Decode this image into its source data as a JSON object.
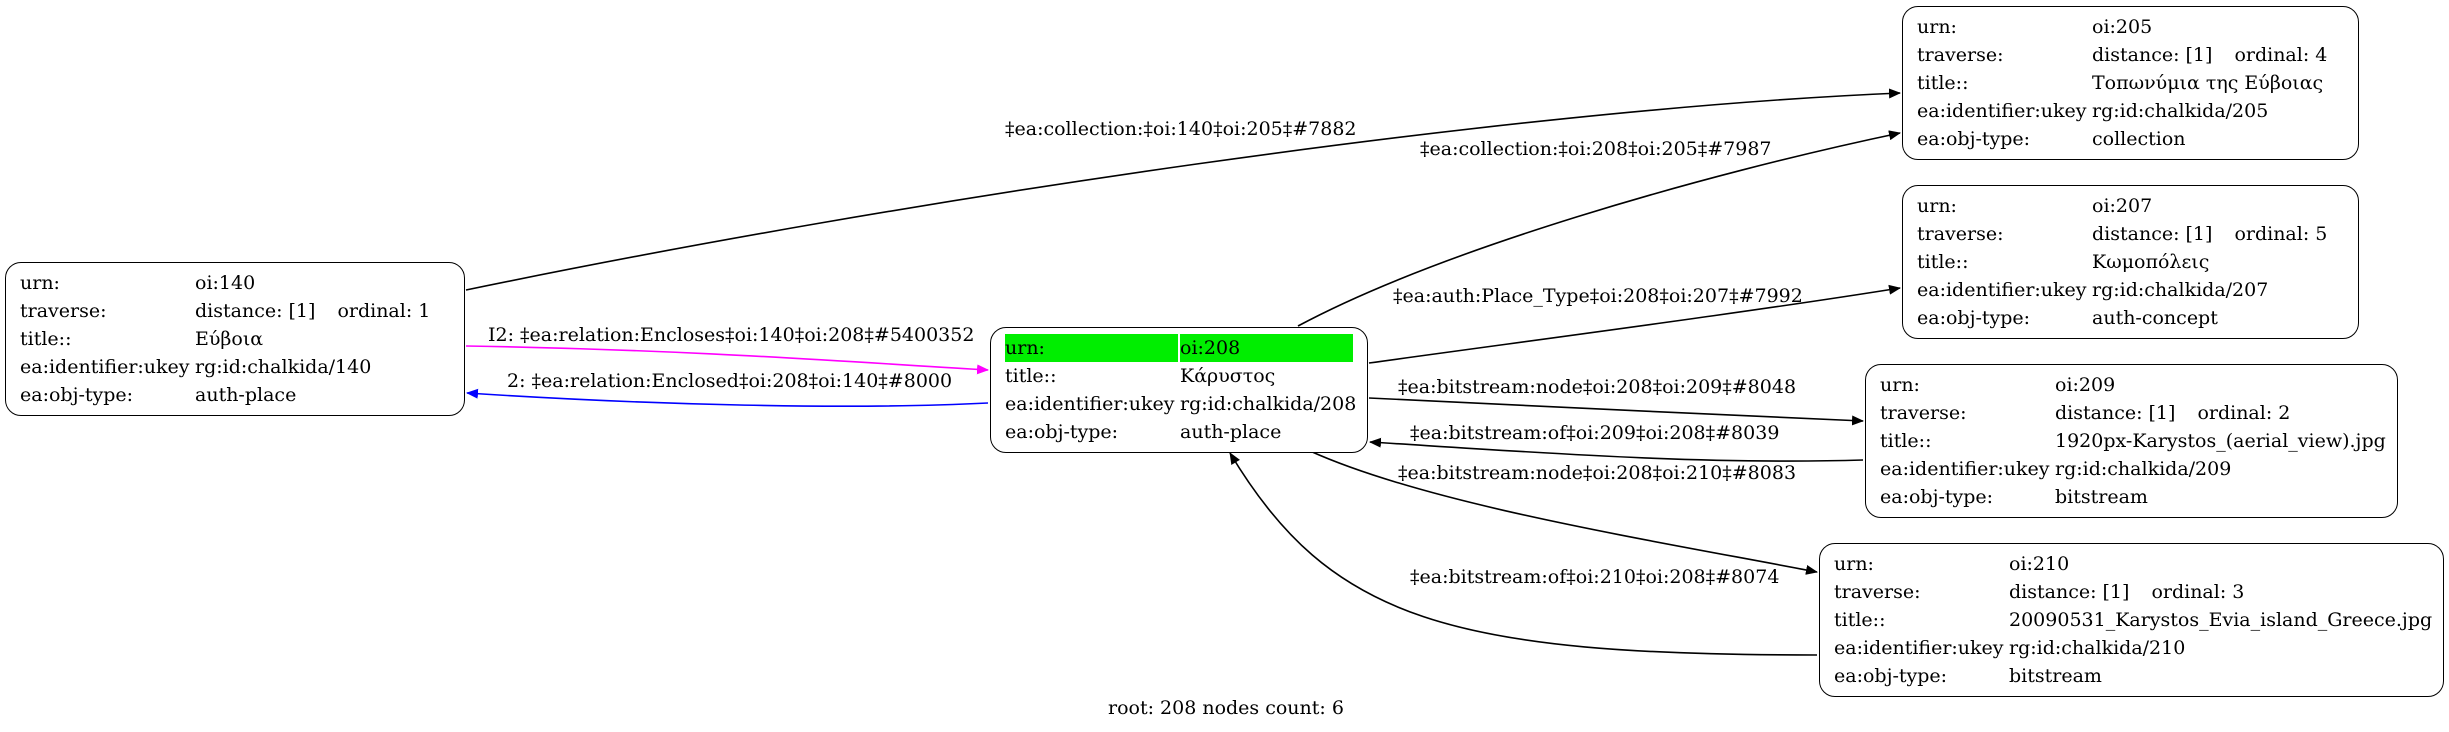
{
  "footer": "root: 208 nodes count: 6",
  "colors": {
    "edge_default": "#000000",
    "edge_encloses": "#ff00ff",
    "edge_enclosed": "#0000ff",
    "root_highlight": "#00ee00"
  },
  "nodes": [
    {
      "id": "oi140",
      "rows": [
        {
          "key": "urn:",
          "value": "oi:140"
        },
        {
          "key": "traverse:",
          "value": "distance: [1]",
          "value2": "ordinal: 1"
        },
        {
          "key": "title::",
          "value": "Εύβοια"
        },
        {
          "key": "ea:identifier:ukey",
          "value": "rg:id:chalkida/140"
        },
        {
          "key": "ea:obj-type:",
          "value": "auth-place"
        }
      ]
    },
    {
      "id": "oi208",
      "root": true,
      "rows": [
        {
          "key": "urn:",
          "value": "oi:208"
        },
        {
          "key": "title::",
          "value": "Κάρυστος"
        },
        {
          "key": "ea:identifier:ukey",
          "value": "rg:id:chalkida/208"
        },
        {
          "key": "ea:obj-type:",
          "value": "auth-place"
        }
      ]
    },
    {
      "id": "oi205",
      "rows": [
        {
          "key": "urn:",
          "value": "oi:205"
        },
        {
          "key": "traverse:",
          "value": "distance: [1]",
          "value2": "ordinal: 4"
        },
        {
          "key": "title::",
          "value": "Τοπωνύμια της Εύβοιας"
        },
        {
          "key": "ea:identifier:ukey",
          "value": "rg:id:chalkida/205"
        },
        {
          "key": "ea:obj-type:",
          "value": "collection"
        }
      ]
    },
    {
      "id": "oi207",
      "rows": [
        {
          "key": "urn:",
          "value": "oi:207"
        },
        {
          "key": "traverse:",
          "value": "distance: [1]",
          "value2": "ordinal: 5"
        },
        {
          "key": "title::",
          "value": "Κωμοπόλεις"
        },
        {
          "key": "ea:identifier:ukey",
          "value": "rg:id:chalkida/207"
        },
        {
          "key": "ea:obj-type:",
          "value": "auth-concept"
        }
      ]
    },
    {
      "id": "oi209",
      "rows": [
        {
          "key": "urn:",
          "value": "oi:209"
        },
        {
          "key": "traverse:",
          "value": "distance: [1]",
          "value2": "ordinal: 2"
        },
        {
          "key": "title::",
          "value": "1920px-Karystos_(aerial_view).jpg"
        },
        {
          "key": "ea:identifier:ukey",
          "value": "rg:id:chalkida/209"
        },
        {
          "key": "ea:obj-type:",
          "value": "bitstream"
        }
      ]
    },
    {
      "id": "oi210",
      "rows": [
        {
          "key": "urn:",
          "value": "oi:210"
        },
        {
          "key": "traverse:",
          "value": "distance: [1]",
          "value2": "ordinal: 3"
        },
        {
          "key": "title::",
          "value": "20090531_Karystos_Evia_island_Greece.jpg"
        },
        {
          "key": "ea:identifier:ukey",
          "value": "rg:id:chalkida/210"
        },
        {
          "key": "ea:obj-type:",
          "value": "bitstream"
        }
      ]
    }
  ],
  "edges": [
    {
      "id": "e1",
      "from": "oi140",
      "to": "oi205",
      "label": "‡ea:collection:‡oi:140‡oi:205‡#7882",
      "color": "edge_default"
    },
    {
      "id": "e2",
      "from": "oi208",
      "to": "oi205",
      "label": "‡ea:collection:‡oi:208‡oi:205‡#7987",
      "color": "edge_default"
    },
    {
      "id": "e3",
      "from": "oi208",
      "to": "oi207",
      "label": "‡ea:auth:Place_Type‡oi:208‡oi:207‡#7992",
      "color": "edge_default"
    },
    {
      "id": "e4",
      "from": "oi140",
      "to": "oi208",
      "label": "I2: ‡ea:relation:Encloses‡oi:140‡oi:208‡#5400352",
      "color": "edge_encloses"
    },
    {
      "id": "e5",
      "from": "oi208",
      "to": "oi140",
      "label": "2: ‡ea:relation:Enclosed‡oi:208‡oi:140‡#8000",
      "color": "edge_enclosed"
    },
    {
      "id": "e6",
      "from": "oi208",
      "to": "oi209",
      "label": "‡ea:bitstream:node‡oi:208‡oi:209‡#8048",
      "color": "edge_default"
    },
    {
      "id": "e7",
      "from": "oi209",
      "to": "oi208",
      "label": "‡ea:bitstream:of‡oi:209‡oi:208‡#8039",
      "color": "edge_default"
    },
    {
      "id": "e8",
      "from": "oi208",
      "to": "oi210",
      "label": "‡ea:bitstream:node‡oi:208‡oi:210‡#8083",
      "color": "edge_default"
    },
    {
      "id": "e9",
      "from": "oi210",
      "to": "oi208",
      "label": "‡ea:bitstream:of‡oi:210‡oi:208‡#8074",
      "color": "edge_default"
    }
  ]
}
